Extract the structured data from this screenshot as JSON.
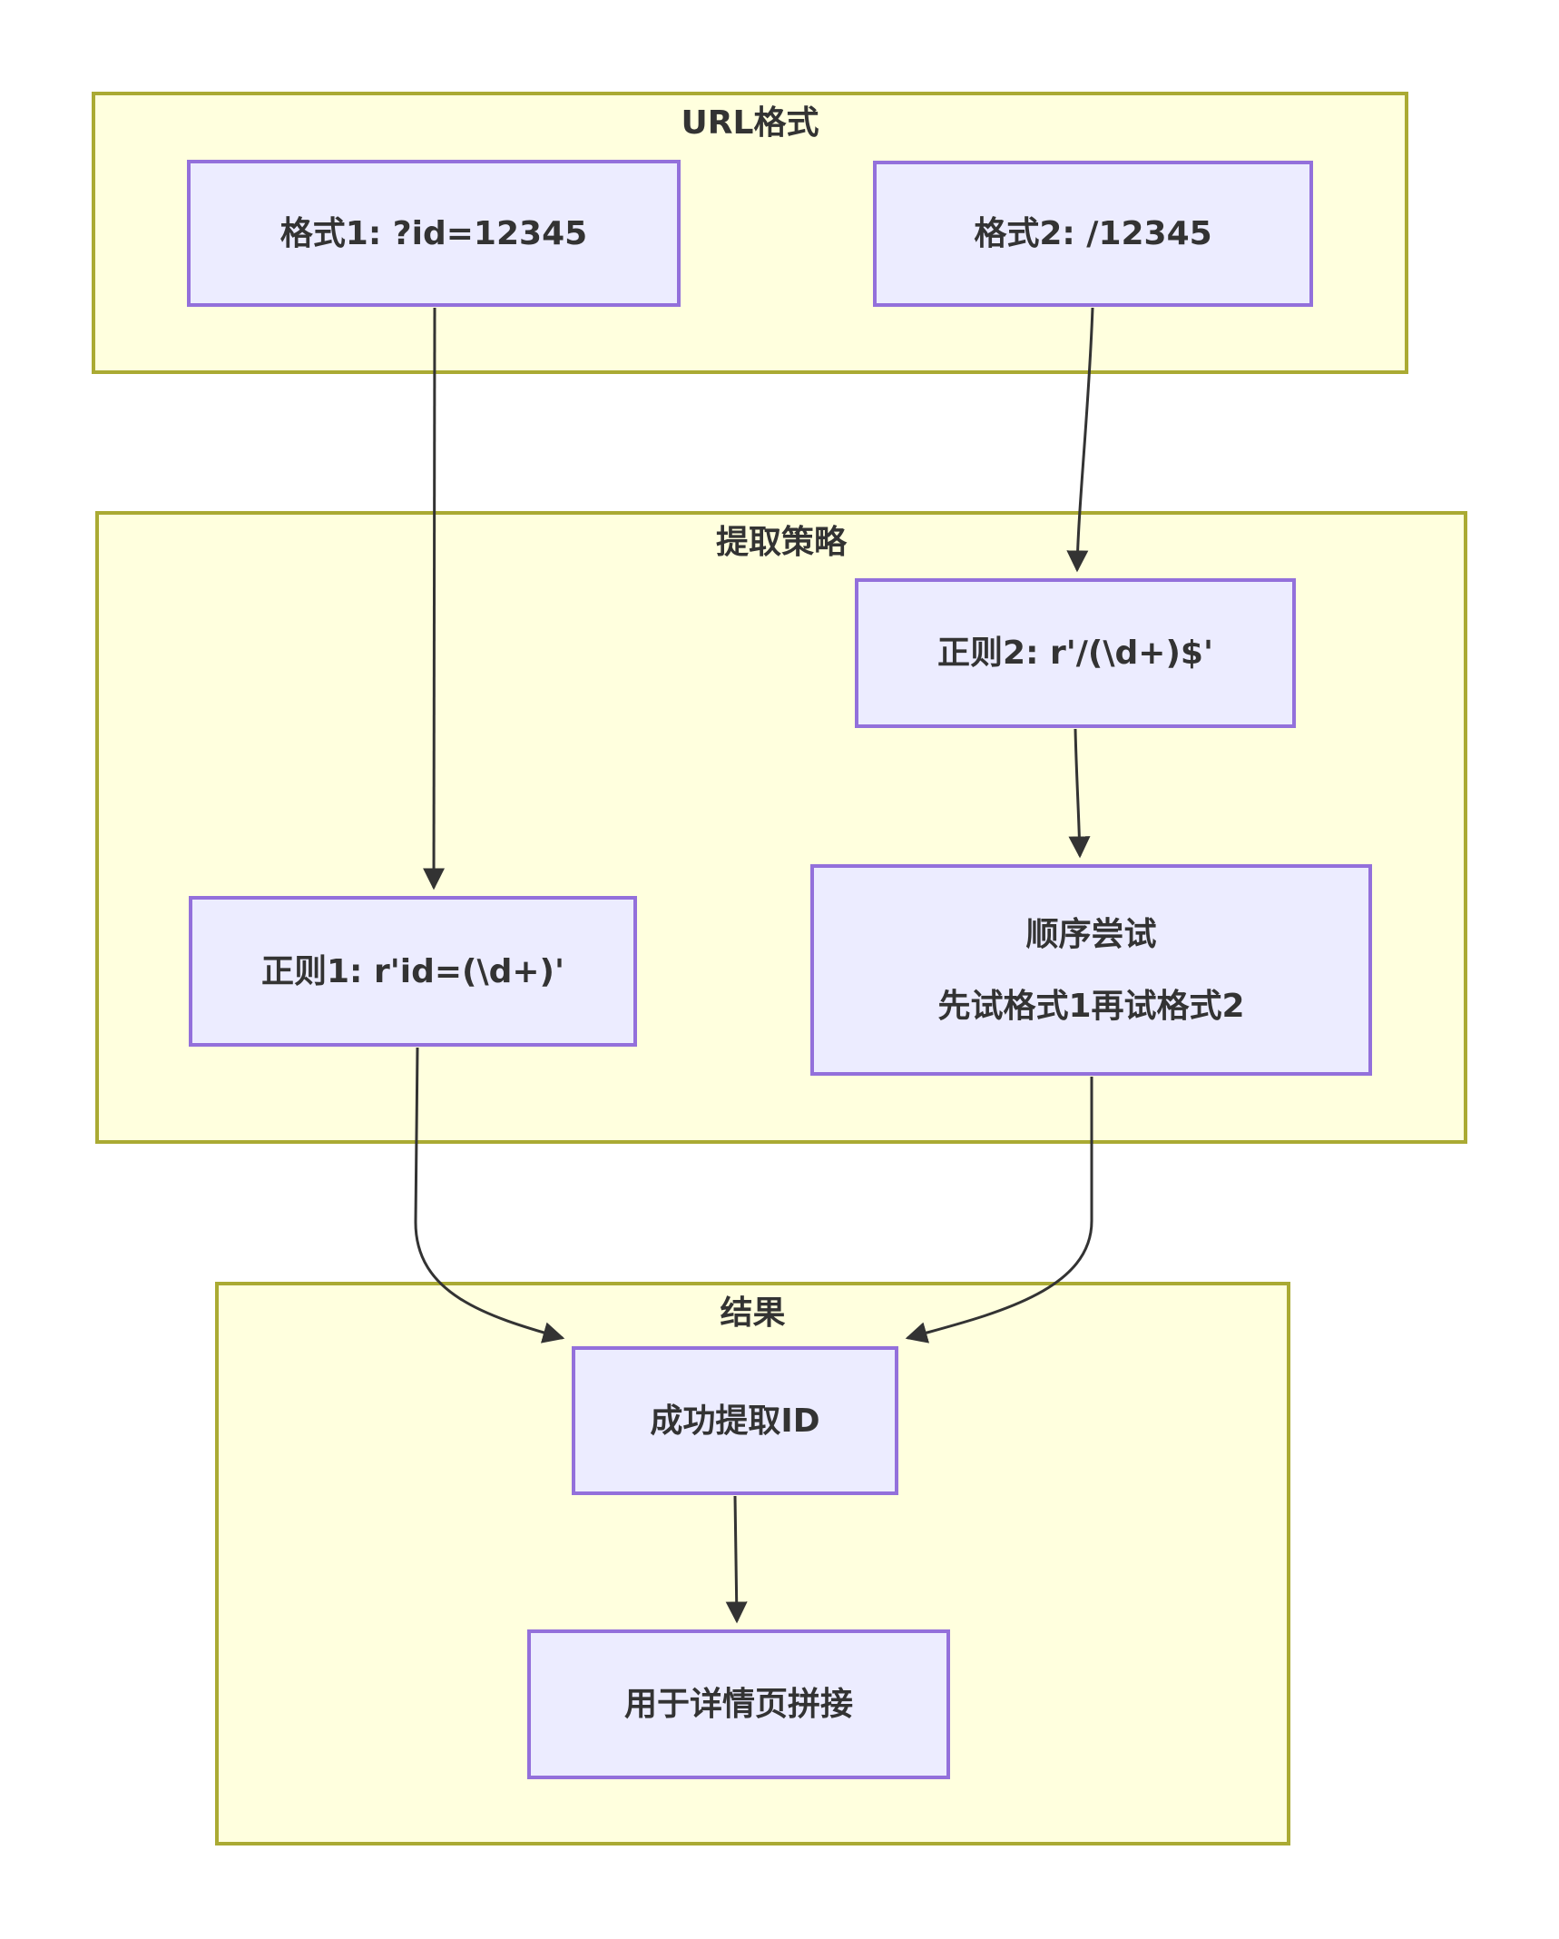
{
  "diagram": {
    "kind": "flowchart",
    "direction": "top-down"
  },
  "colors": {
    "background": "#ffffff",
    "cluster_fill": "#ffffde",
    "cluster_border": "#aaaa33",
    "node_fill": "#ececff",
    "node_border": "#9370db",
    "text": "#333333",
    "edge": "#333333"
  },
  "clusters": {
    "url_format": {
      "title": "URL格式"
    },
    "strategy": {
      "title": "提取策略"
    },
    "result": {
      "title": "结果"
    }
  },
  "nodes": {
    "format1": {
      "label": "格式1: ?id=12345"
    },
    "format2": {
      "label": "格式2: /12345"
    },
    "regex2": {
      "label": "正则2: r'/(\\d+)$'"
    },
    "regex1": {
      "label": "正则1: r'id=(\\d+)'"
    },
    "sequential": {
      "lines": [
        "顺序尝试",
        "先试格式1再试格式2"
      ]
    },
    "success": {
      "label": "成功提取ID"
    },
    "usage": {
      "label": "用于详情页拼接"
    }
  },
  "edges": [
    {
      "from": "format1",
      "to": "regex1",
      "style": "arrow"
    },
    {
      "from": "format2",
      "to": "regex2",
      "style": "arrow"
    },
    {
      "from": "regex2",
      "to": "sequential",
      "style": "arrow"
    },
    {
      "from": "regex1",
      "to": "success",
      "style": "arrow"
    },
    {
      "from": "sequential",
      "to": "success",
      "style": "arrow"
    },
    {
      "from": "success",
      "to": "usage",
      "style": "arrow"
    }
  ]
}
